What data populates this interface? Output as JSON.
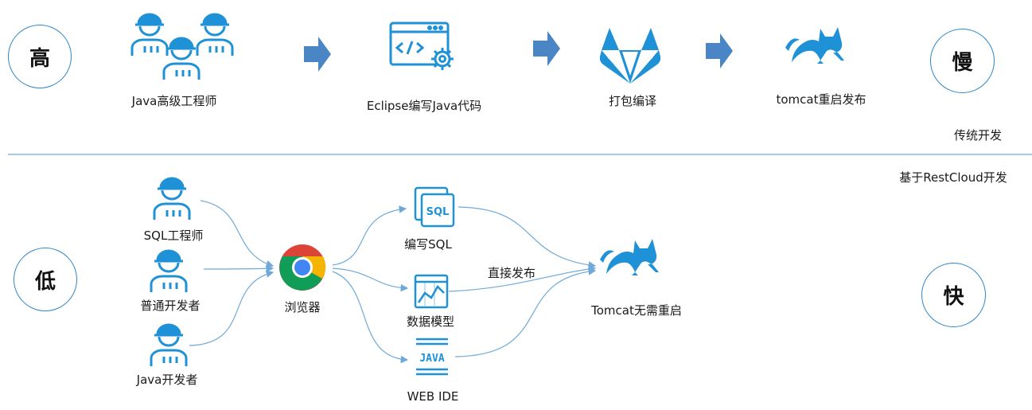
{
  "colors": {
    "accent": "#1f91d6",
    "line": "#6fa9d9",
    "arrow": "#4a86c5"
  },
  "top": {
    "level_left": "高",
    "level_right": "慢",
    "section_label": "传统开发",
    "steps": [
      {
        "label": "Java高级工程师",
        "icon": "engineers-group-icon"
      },
      {
        "label": "Eclipse编写Java代码",
        "icon": "code-window-gear-icon"
      },
      {
        "label": "打包编译",
        "icon": "gitlab-fox-icon"
      },
      {
        "label": "tomcat重启发布",
        "icon": "tomcat-cat-icon"
      }
    ]
  },
  "bottom": {
    "section_label": "基于RestCloud开发",
    "level_left": "低",
    "level_right": "快",
    "users": [
      {
        "label": "SQL工程师",
        "icon": "engineer-icon"
      },
      {
        "label": "普通开发者",
        "icon": "engineer-icon"
      },
      {
        "label": "Java开发者",
        "icon": "engineer-icon"
      }
    ],
    "browser": {
      "label": "浏览器",
      "icon": "chrome-icon"
    },
    "tools": [
      {
        "label": "编写SQL",
        "icon": "sql-icon"
      },
      {
        "label": "数据模型",
        "icon": "data-model-chart-icon"
      },
      {
        "label": "WEB IDE",
        "icon": "java-ide-icon"
      }
    ],
    "publish_label": "直接发布",
    "target": {
      "label": "Tomcat无需重启",
      "icon": "tomcat-cat-icon"
    }
  }
}
